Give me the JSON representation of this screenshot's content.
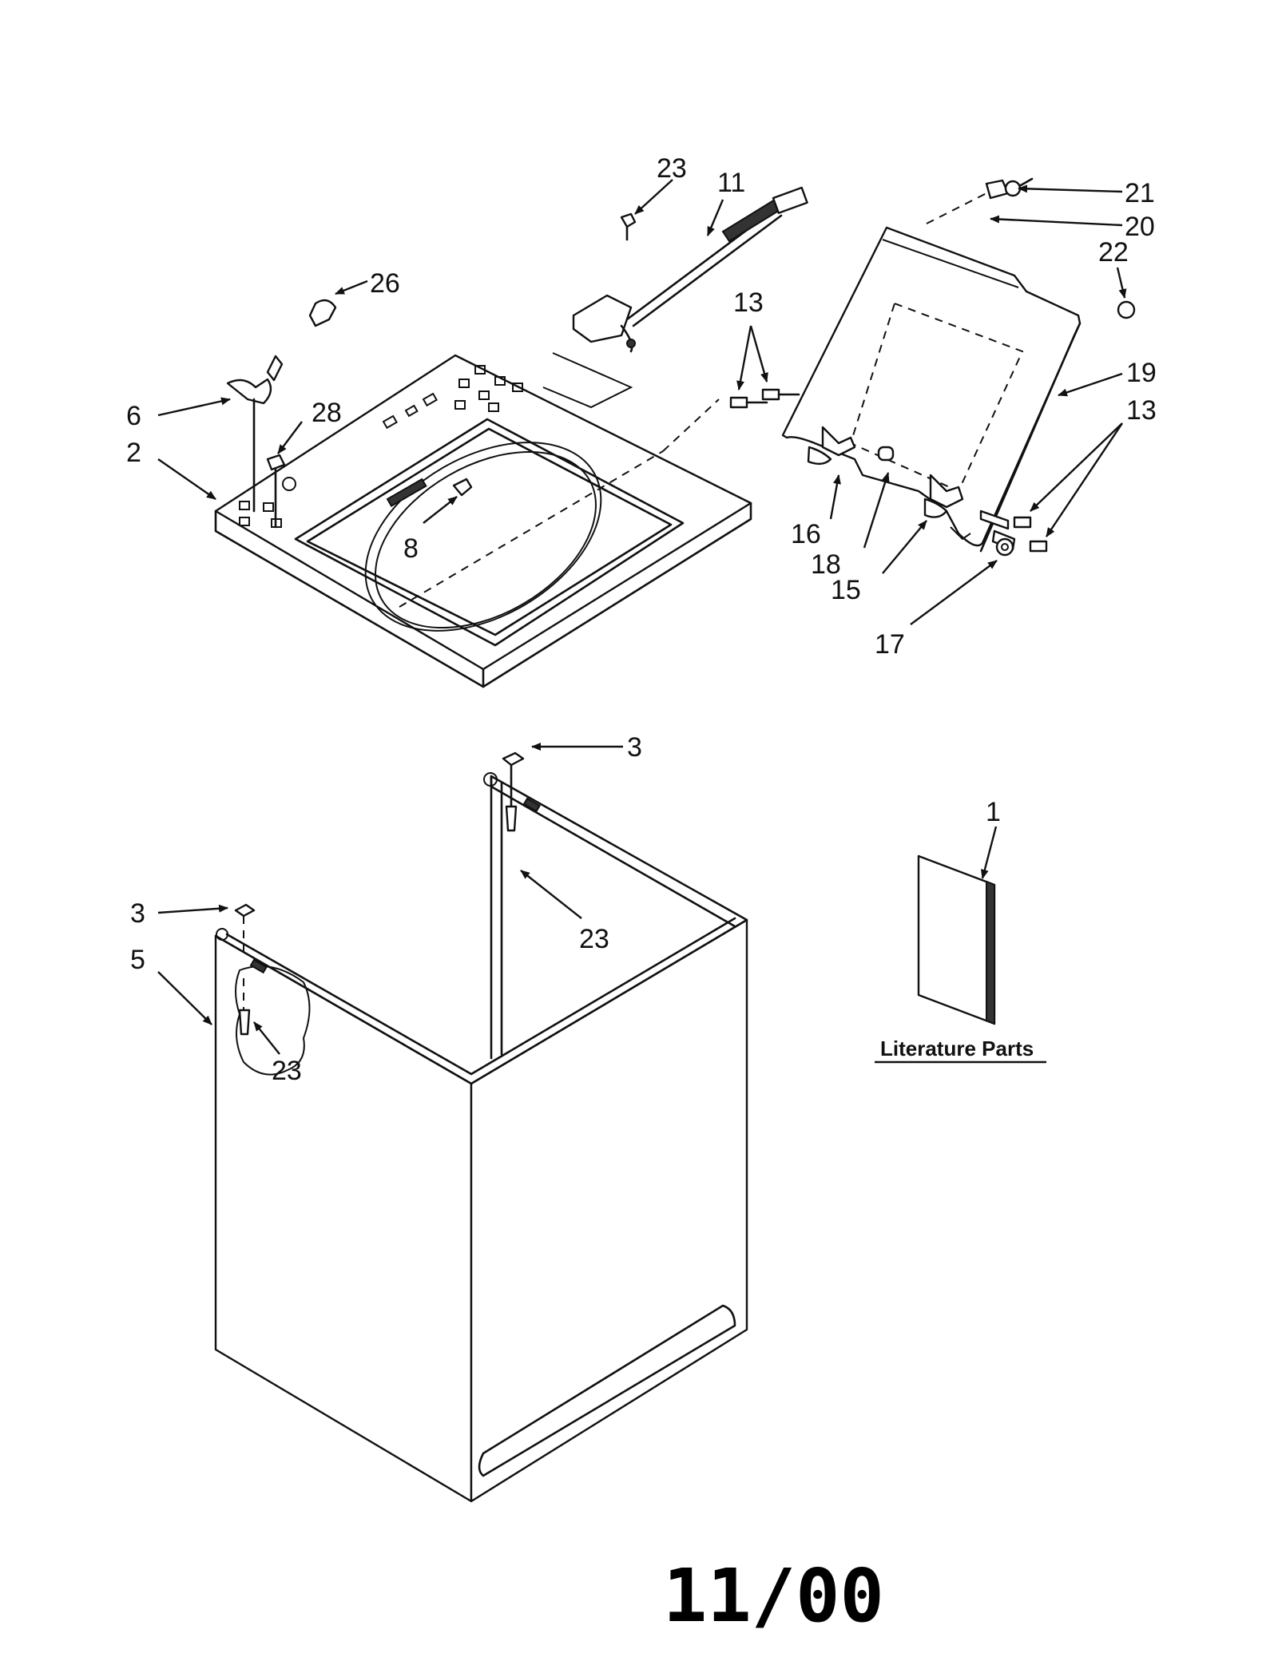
{
  "callouts": {
    "c1": "1",
    "c2": "2",
    "c3a": "3",
    "c3b": "3",
    "c5": "5",
    "c6": "6",
    "c8": "8",
    "c11": "11",
    "c13a": "13",
    "c13b": "13",
    "c15": "15",
    "c16": "16",
    "c17": "17",
    "c18": "18",
    "c19": "19",
    "c20": "20",
    "c21": "21",
    "c22": "22",
    "c23a": "23",
    "c23b": "23",
    "c23c": "23",
    "c26": "26",
    "c28": "28"
  },
  "literature_label": "Literature Parts",
  "date_stamp": "11/00"
}
